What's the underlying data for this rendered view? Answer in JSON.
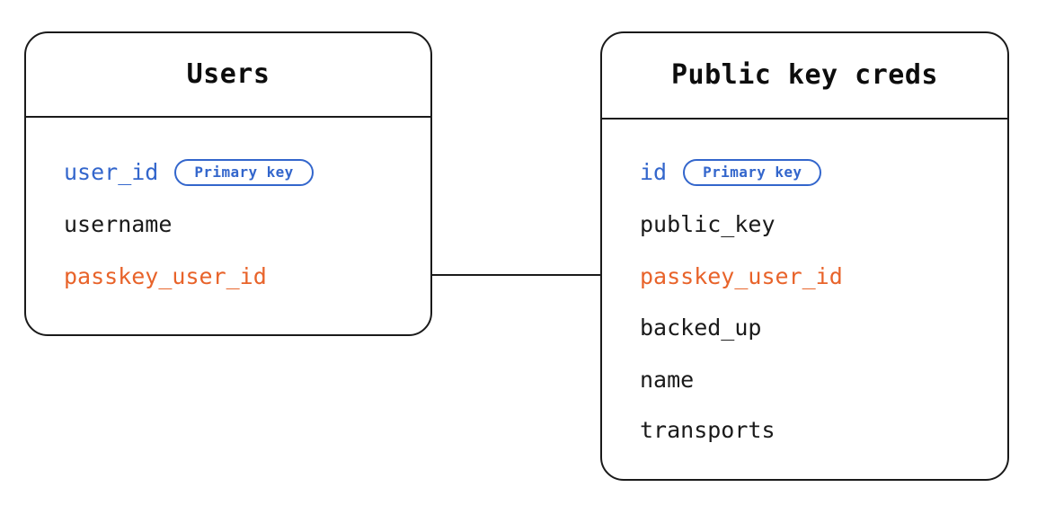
{
  "diagram": {
    "type": "entity-relationship-diagram",
    "background_color": "#ffffff",
    "colors": {
      "border": "#1a1a1a",
      "text": "#1a1a1a",
      "primary_key": "#3366cc",
      "foreign_key": "#e8632a",
      "badge_border": "#3366cc"
    },
    "entities": [
      {
        "id": "users",
        "title": "Users",
        "fields": [
          {
            "name": "user_id",
            "role": "primary-key",
            "badge": "Primary key"
          },
          {
            "name": "username",
            "role": "plain",
            "badge": null
          },
          {
            "name": "passkey_user_id",
            "role": "foreign-key",
            "badge": null
          }
        ]
      },
      {
        "id": "public-key-creds",
        "title": "Public key creds",
        "fields": [
          {
            "name": "id",
            "role": "primary-key",
            "badge": "Primary key"
          },
          {
            "name": "public_key",
            "role": "plain",
            "badge": null
          },
          {
            "name": "passkey_user_id",
            "role": "foreign-key",
            "badge": null
          },
          {
            "name": "backed_up",
            "role": "plain",
            "badge": null
          },
          {
            "name": "name",
            "role": "plain",
            "badge": null
          },
          {
            "name": "transports",
            "role": "plain",
            "badge": null
          }
        ]
      }
    ],
    "relationships": [
      {
        "id": "users-to-public-key-creds",
        "from_entity": "users",
        "from_field": "passkey_user_id",
        "to_entity": "public-key-creds",
        "to_field": "passkey_user_id",
        "label": ""
      }
    ]
  }
}
